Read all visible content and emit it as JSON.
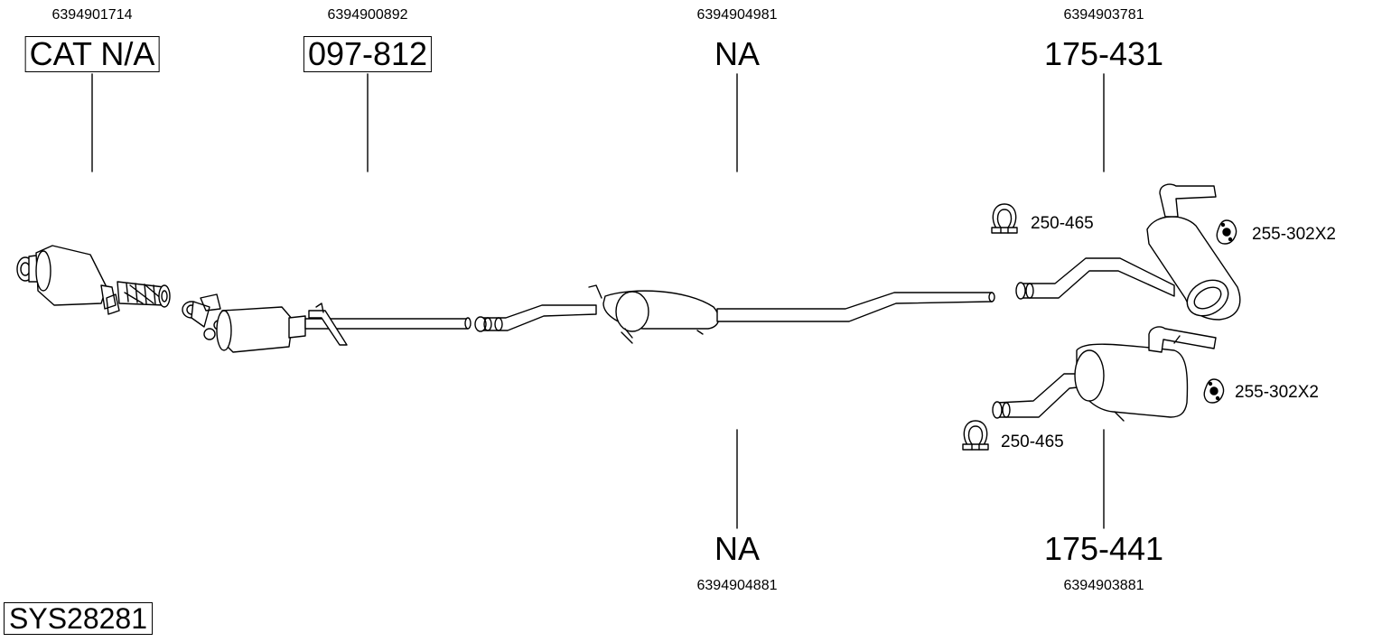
{
  "top_parts": [
    {
      "ref": "6394901714",
      "part": "CAT N/A"
    },
    {
      "ref": "6394900892",
      "part": "097-812"
    },
    {
      "ref": "6394904981",
      "part": "NA"
    },
    {
      "ref": "6394903781",
      "part": "175-431"
    }
  ],
  "bottom_parts": [
    {
      "ref": "6394904881",
      "part": "NA"
    },
    {
      "ref": "6394903881",
      "part": "175-441"
    }
  ],
  "accessories": [
    {
      "label": "250-465",
      "icon": "clamp-icon"
    },
    {
      "label": "255-302X2",
      "icon": "gasket-icon"
    },
    {
      "label": "255-302X2",
      "icon": "gasket-icon"
    },
    {
      "label": "250-465",
      "icon": "clamp-icon"
    }
  ],
  "system_id": "SYS28281"
}
